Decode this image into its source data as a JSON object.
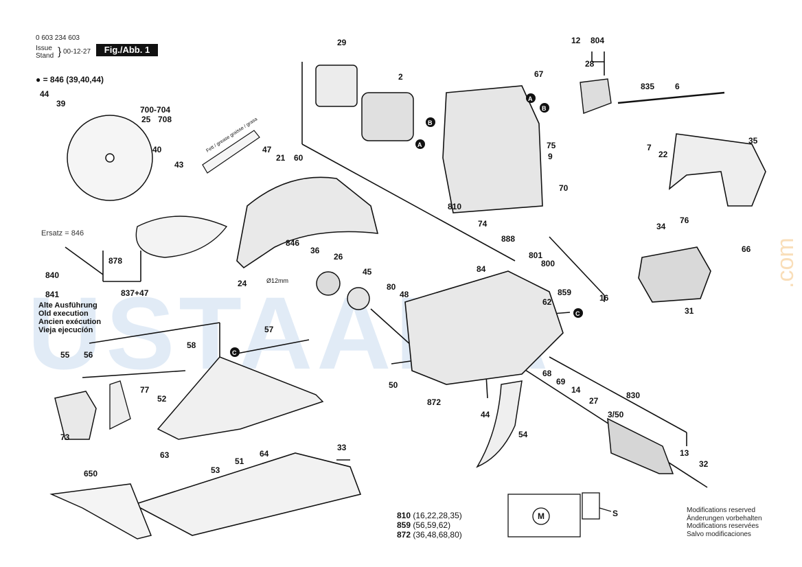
{
  "header": {
    "part_number": "0 603 234 603",
    "issue_label": "Issue",
    "stand_label": "Stand",
    "date": "00-12-27",
    "figure": "Fig./Abb. 1",
    "kit_846": "● = 846 (39,40,44)"
  },
  "notes": {
    "ersatz": "Ersatz = 846",
    "old_version": [
      "Alte Ausführung",
      "Old execution",
      "Ancien exécution",
      "Vieja ejecucíón"
    ],
    "grease": "Fett / grease graisse / grasa",
    "diameter": "Ø12mm",
    "motor": "M",
    "switch_s": "S"
  },
  "kits": [
    {
      "id": "810",
      "parts": "(16,22,28,35)"
    },
    {
      "id": "859",
      "parts": "(56,59,62)"
    },
    {
      "id": "872",
      "parts": "(36,48,68,80)"
    }
  ],
  "kit_872_sub": "(36,48,68,80)",
  "modifications": [
    "Modifications reserved",
    "Änderungen vorbehalten",
    "Modifications reservées",
    "Salvo modificaciones"
  ],
  "watermark": {
    "text": "USTAARA",
    "suffix": ".com"
  },
  "connectors": [
    "A",
    "B",
    "C"
  ],
  "part_labels": [
    "29",
    "2",
    "12",
    "804",
    "28",
    "67",
    "835",
    "6",
    "44",
    "39",
    "700-704",
    "25",
    "708",
    "40",
    "43",
    "47",
    "21",
    "60",
    "75",
    "9",
    "35",
    "70",
    "7",
    "22",
    "74",
    "888",
    "810",
    "34",
    "76",
    "66",
    "846",
    "36",
    "26",
    "45",
    "801",
    "800",
    "878",
    "837+47",
    "841",
    "24",
    "80",
    "48",
    "84",
    "859",
    "62",
    "16",
    "31",
    "57",
    "58",
    "55",
    "56",
    "50",
    "872",
    "44",
    "68",
    "69",
    "14",
    "27",
    "3/50",
    "830",
    "77",
    "52",
    "73",
    "54",
    "63",
    "51",
    "33",
    "53",
    "64",
    "13",
    "32",
    "650",
    "840"
  ]
}
